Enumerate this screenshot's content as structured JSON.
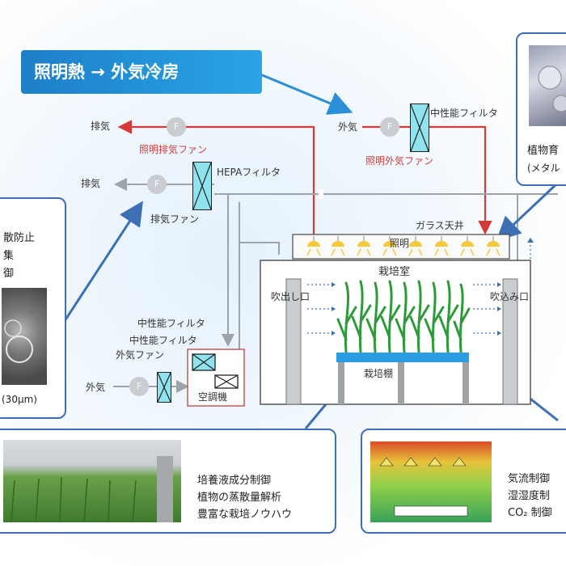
{
  "title": "照明熱 → 外気冷房",
  "labels": {
    "exhaust_red": "排気",
    "lighting_exhaust_fan": "照明排気ファン",
    "exhaust_gray": "排気",
    "exhaust_fan": "排気ファン",
    "hepa_filter": "HEPAフィルタ",
    "outside_air_top": "外気",
    "medium_filter_top": "中性能フィルタ",
    "lighting_outside_fan": "照明外気ファン",
    "glass_ceiling": "ガラス天井",
    "lighting": "照明",
    "cultivation_room": "栽培室",
    "outlet": "吹出し口",
    "inlet": "吹込み口",
    "medium_filter_1": "中性能フィルタ",
    "medium_filter_2": "中性能フィルタ",
    "outside_fan": "外気ファン",
    "outside_air_bottom": "外気",
    "air_conditioner": "空調機",
    "cultivation_shelf": "栽培棚",
    "fan_letter": "F"
  },
  "left_panel": {
    "lines": [
      "散防止",
      "集",
      "御"
    ],
    "scale": "(30μm)"
  },
  "top_right_panel": {
    "lines": [
      "植物育",
      "(メタル"
    ]
  },
  "bottom_left_panel": {
    "lines": [
      "培養液成分制御",
      "植物の蒸散量解析",
      "豊富な栽培ノウハウ"
    ]
  },
  "bottom_right_panel": {
    "lines": [
      "気流制御",
      "湿湿度制",
      "CO₂ 制御"
    ]
  },
  "colors": {
    "accent_blue": "#2a8fd6",
    "exhaust_red": "#d43a3a",
    "panel_border": "#3d6fb4",
    "filter_fill": "#8fe3ee",
    "plant_green": "#2f9a3a"
  }
}
